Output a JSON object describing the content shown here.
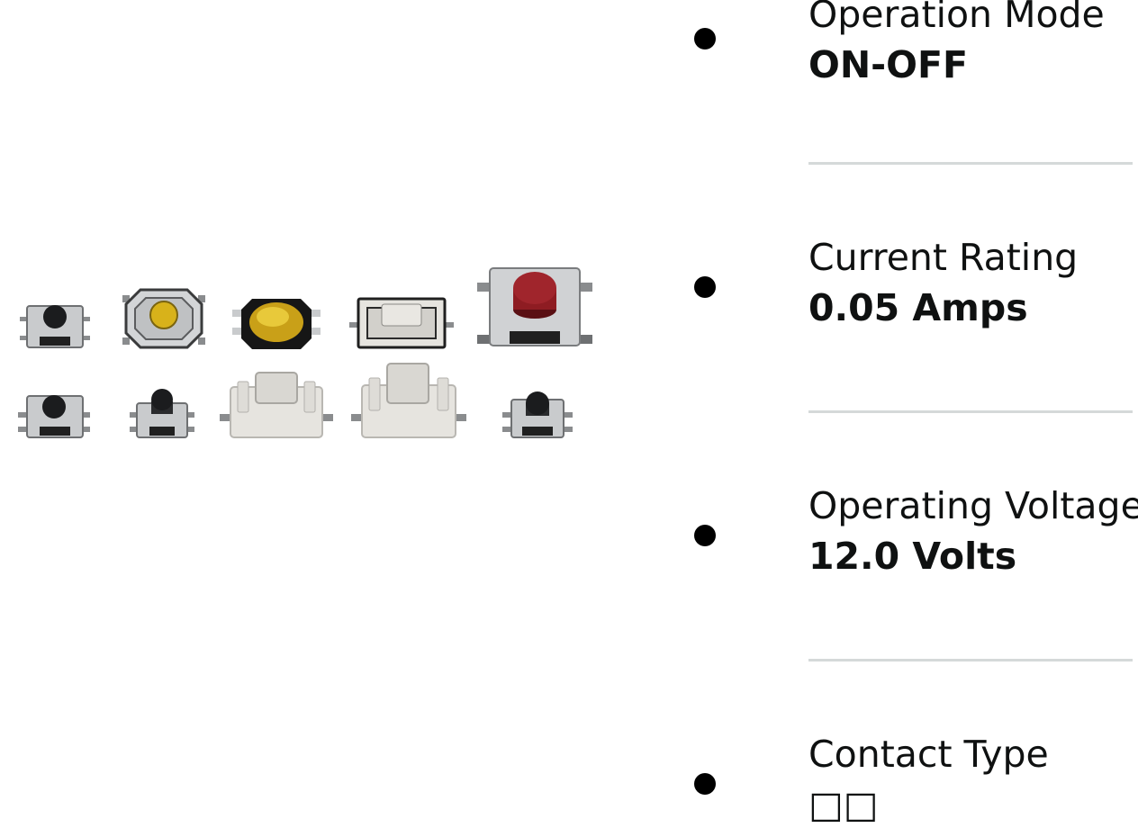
{
  "product_image": {
    "icon": "tactile-push-button-switches-image",
    "colors": {
      "metal": "#c9cbcd",
      "housing_white": "#e6e4df",
      "cap_black": "#1b1c1e",
      "cap_yellow": "#d8b21a",
      "cap_red": "#8e1c22",
      "base_black": "#202020"
    }
  },
  "specs": [
    {
      "label": "Operation Mode",
      "value": "ON-OFF"
    },
    {
      "label": "Current Rating",
      "value": "0.05 Amps"
    },
    {
      "label": "Operating Voltage",
      "value": "12.0 Volts"
    },
    {
      "label": "Contact Type",
      "value": "□□"
    }
  ],
  "colors": {
    "text": "#0f1111",
    "bullet": "#000000",
    "divider": "#d5d9d9"
  }
}
